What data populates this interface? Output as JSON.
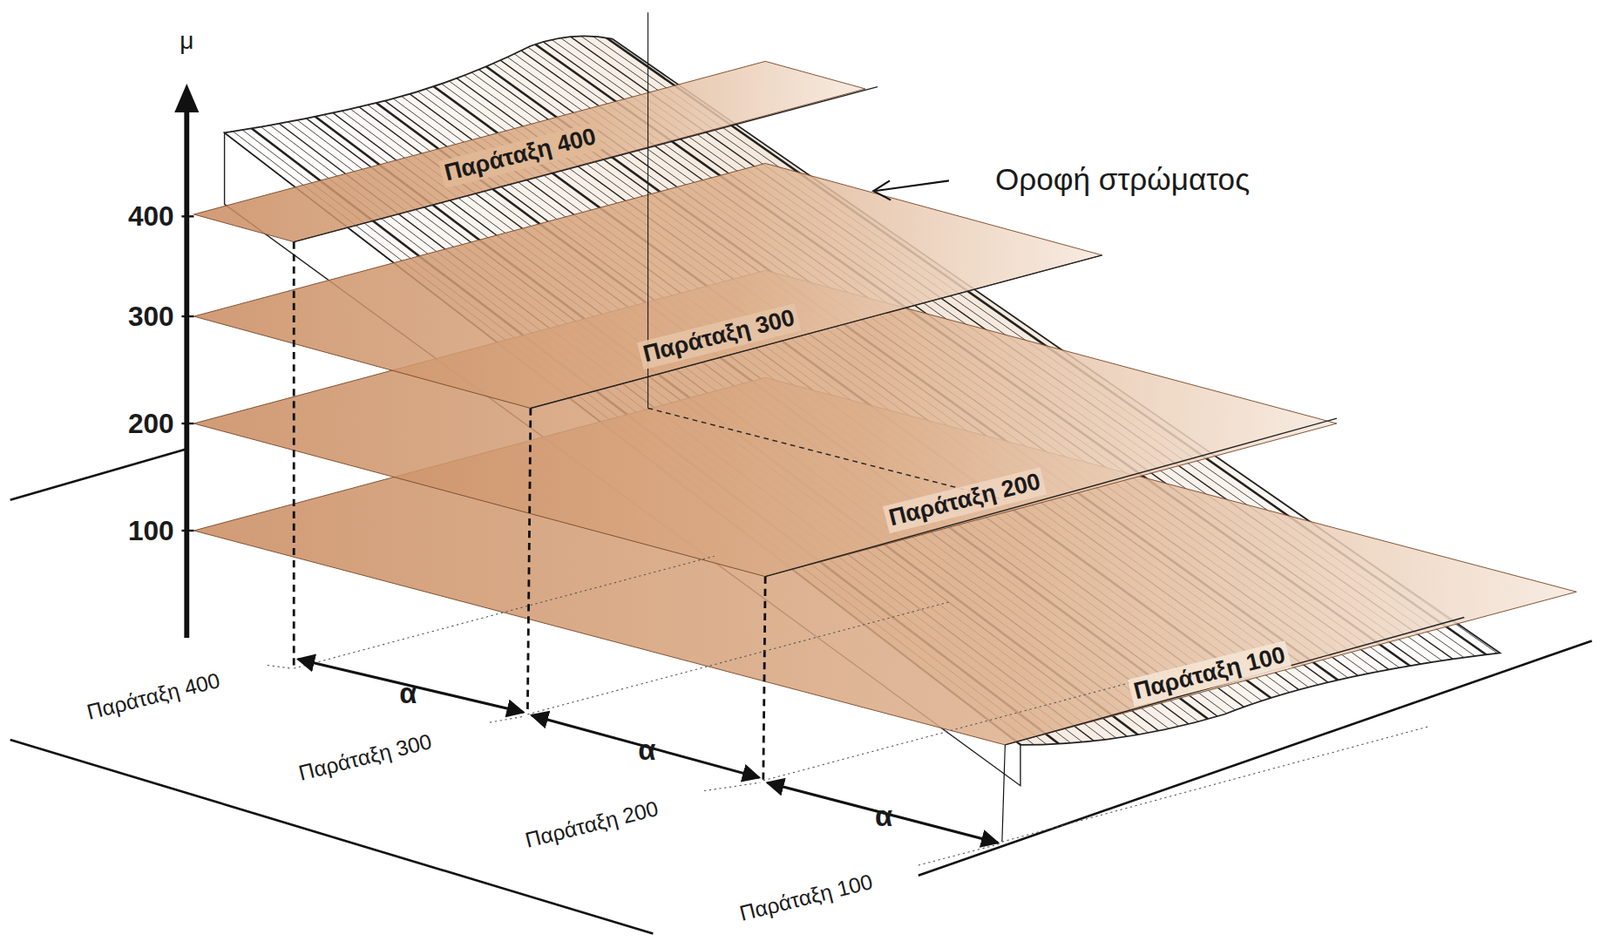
{
  "diagram": {
    "labels": [
      "μ",
      "400",
      "300",
      "200",
      "100",
      "Παράταξη 400",
      "Παράταξη 300",
      "Παράταξη 200",
      "Παράταξη 100",
      "Οροφή στρώματος",
      "Παράταξη 400",
      "α",
      "Παράταξη 300",
      "α",
      "Παράταξη 200",
      "α",
      "Παράταξη 100"
    ]
  }
}
